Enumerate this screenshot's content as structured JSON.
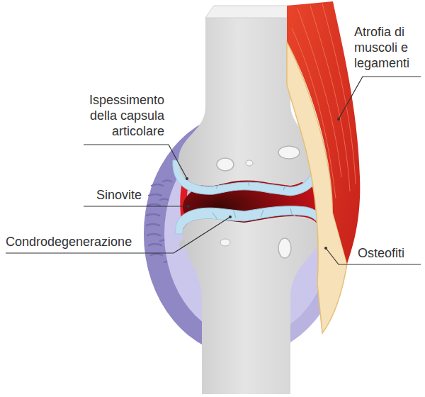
{
  "diagram": {
    "labels": [
      "Atrofia di muscoli e legamenti",
      "Ispessimento della capsula articolare",
      "Sinovite",
      "Condrodegenerazione",
      "Osteofiti"
    ]
  }
}
